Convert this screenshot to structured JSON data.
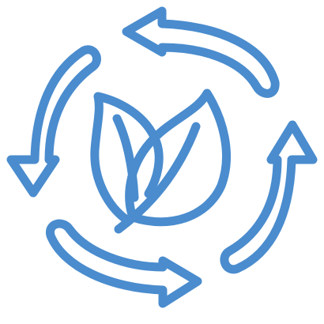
{
  "icon": {
    "name": "recycle-leaves-icon",
    "description_name": "eco-cycle",
    "stroke_color": "#4a8cce",
    "background_color": "#ffffff",
    "parts": [
      "arrow-top",
      "arrow-right",
      "arrow-bottom",
      "arrow-left",
      "leaf-back",
      "leaf-front"
    ]
  }
}
